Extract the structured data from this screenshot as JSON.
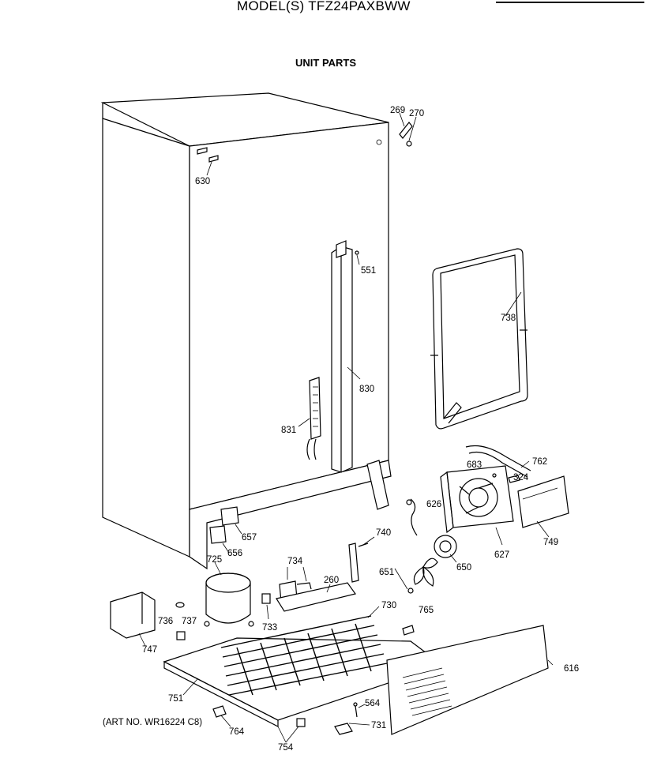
{
  "header": {
    "partial_top_line": "...",
    "model_line": "MODEL(S) TFZ24PAXBWW",
    "section_title": "UNIT PARTS"
  },
  "footer": {
    "art_number": "(ART NO. WR16224 C8)"
  },
  "callouts": [
    {
      "id": "269",
      "label": "269"
    },
    {
      "id": "270",
      "label": "270"
    },
    {
      "id": "630",
      "label": "630"
    },
    {
      "id": "551",
      "label": "551"
    },
    {
      "id": "738",
      "label": "738"
    },
    {
      "id": "830",
      "label": "830"
    },
    {
      "id": "831",
      "label": "831"
    },
    {
      "id": "683",
      "label": "683"
    },
    {
      "id": "762",
      "label": "762"
    },
    {
      "id": "324",
      "label": "324"
    },
    {
      "id": "626",
      "label": "626"
    },
    {
      "id": "627",
      "label": "627"
    },
    {
      "id": "749",
      "label": "749"
    },
    {
      "id": "657",
      "label": "657"
    },
    {
      "id": "656",
      "label": "656"
    },
    {
      "id": "740",
      "label": "740"
    },
    {
      "id": "650",
      "label": "650"
    },
    {
      "id": "651",
      "label": "651"
    },
    {
      "id": "725",
      "label": "725"
    },
    {
      "id": "734",
      "label": "734"
    },
    {
      "id": "260",
      "label": "260"
    },
    {
      "id": "730",
      "label": "730"
    },
    {
      "id": "765",
      "label": "765"
    },
    {
      "id": "736",
      "label": "736"
    },
    {
      "id": "737",
      "label": "737"
    },
    {
      "id": "733",
      "label": "733"
    },
    {
      "id": "747",
      "label": "747"
    },
    {
      "id": "616",
      "label": "616"
    },
    {
      "id": "751",
      "label": "751"
    },
    {
      "id": "564",
      "label": "564"
    },
    {
      "id": "731",
      "label": "731"
    },
    {
      "id": "764",
      "label": "764"
    },
    {
      "id": "754",
      "label": "754"
    }
  ]
}
